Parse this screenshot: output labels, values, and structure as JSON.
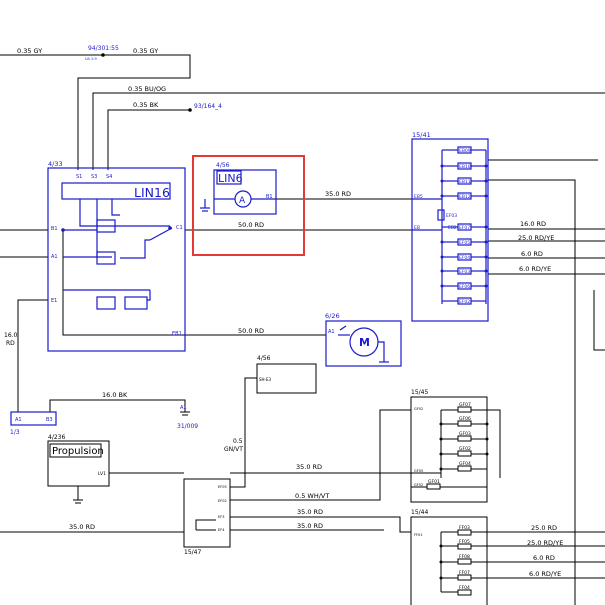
{
  "colors": {
    "wire": "#000000",
    "component": "#1a1acc",
    "highlight": "#e53935",
    "xref": "#1a1acc"
  },
  "wires": {
    "top_left_gy": "0.35 GY",
    "top_right_gy": "0.35 GY",
    "top_ref": "94/301:55",
    "top_ref_small": "UA 2:9",
    "bu_og": "0.35 BU/OG",
    "bk": "0.35 BK",
    "bk_ref": "93/164_4",
    "rd35_a": "35.0 RD",
    "rd50_a": "50.0 RD",
    "rd50_b": "50.0 RD",
    "rd16_left": "16.0",
    "rd16_left_color": "RD",
    "bk16": "16.0 BK",
    "gn_vt_gauge": "0.5",
    "gn_vt_color": "GN/VT",
    "rd35_b": "35.0 RD",
    "wh_vt": "0.5 WH/VT",
    "rd35_c": "35.0 RD",
    "rd35_d": "35.0 RD",
    "rd35_left": "35.0 RD",
    "out_16rd": "16.0 RD",
    "out_25rdye": "25.0 RD/YE",
    "out_6rd": "6.0 RD",
    "out_6rdye": "6.0 RD/YE",
    "bot_25rd": "25.0 RD",
    "bot_25rdye": "25.0 RD/YE",
    "bot_6rd": "6.0 RD",
    "bot_6rdye": "6.0 RD/YE"
  },
  "components": {
    "lin16_ref": "4/33",
    "lin16_title": "LIN16",
    "lin16_pins": [
      "S1",
      "S3",
      "S4",
      "B1",
      "A1",
      "E1",
      "C1",
      "EB1"
    ],
    "lin6_ref": "4/56",
    "lin6_title": "LIN6",
    "lin6_pin": "B1",
    "ammeter": "A",
    "fuse_box_ref": "15/41",
    "fuse_box_labels": [
      "EB09",
      "EB10",
      "EB11",
      "EB12",
      "EF03",
      "EF07",
      "EF05",
      "EF04",
      "EF03",
      "EF06",
      "EF02"
    ],
    "fuse_box_pins": [
      "EB5",
      "EB",
      "EB2"
    ],
    "motor_ref": "6/26",
    "motor_label": "M",
    "motor_pin": "A1",
    "relay_ref": "4/56",
    "relay_pin": "SH-E3",
    "battery_pins": [
      "A1",
      "B3"
    ],
    "battery_ref": "1/3",
    "ground_pin": "A1",
    "ground_ref": "31/009",
    "propulsion_ref": "4/236",
    "propulsion_title": "Propulsion",
    "propulsion_pin": "LV1",
    "box_15_47_ref": "15/47",
    "box_15_47_pins": [
      "EF05",
      "EF02",
      "EF3",
      "EF4"
    ],
    "box_15_45_ref": "15/45",
    "box_15_45_labels": [
      "GF07",
      "GF06",
      "GF03",
      "GF02",
      "GF04",
      "GF01"
    ],
    "box_15_45_pins": [
      "GF02",
      "GF05",
      "GF02"
    ],
    "box_15_44_ref": "15/44",
    "box_15_44_labels": [
      "FF03",
      "FF05",
      "FF08",
      "FF07",
      "FF04"
    ],
    "box_15_44_pin": "FF01"
  }
}
